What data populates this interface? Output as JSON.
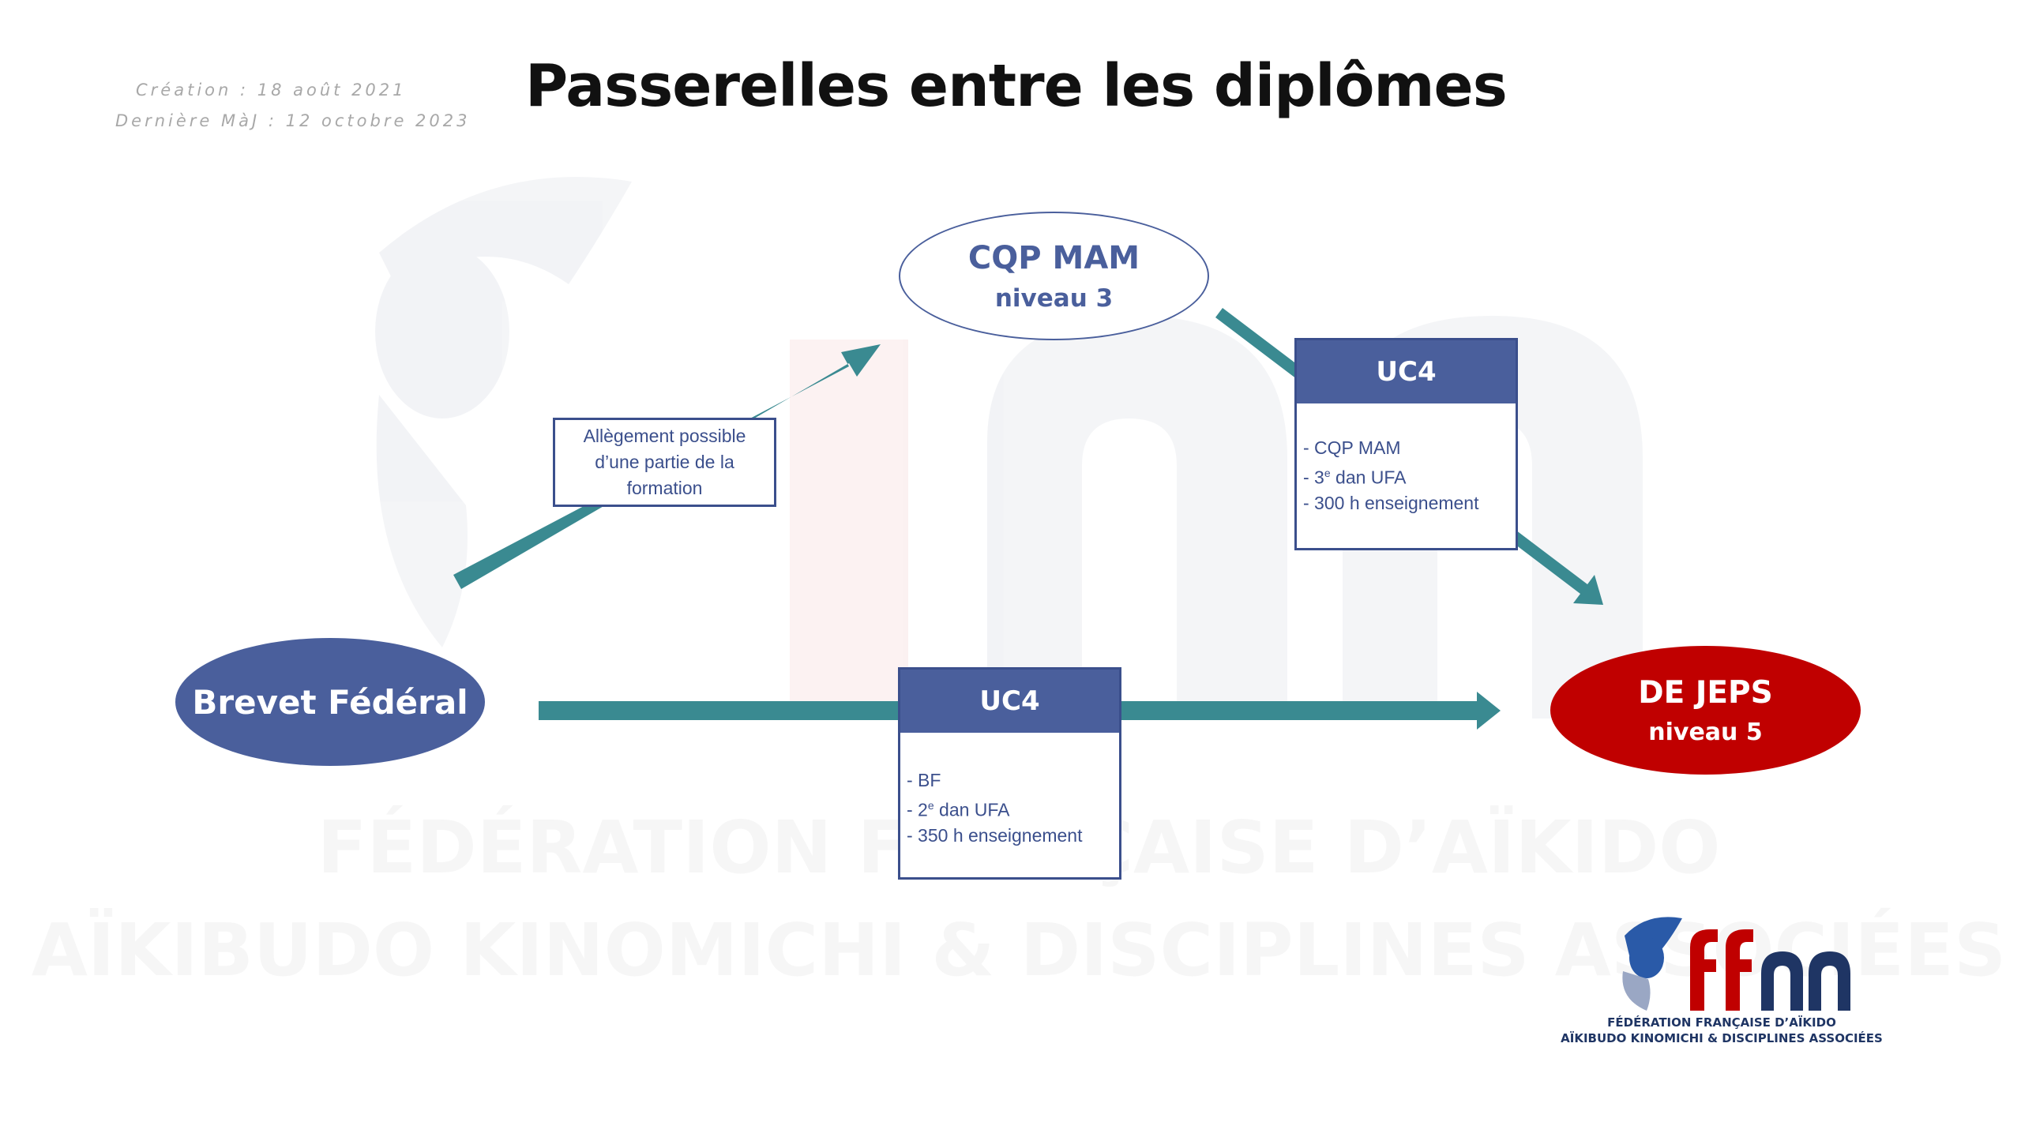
{
  "meta": {
    "created": "Création : 18 août 2021",
    "updated": "Dernière MàJ : 12 octobre 2023"
  },
  "title": "Passerelles entre les diplômes",
  "nodes": {
    "brevet_federal": {
      "label": "Brevet Fédéral"
    },
    "cqp_mam": {
      "label": "CQP MAM",
      "level": "niveau 3"
    },
    "de_jeps": {
      "label": "DE JEPS",
      "level": "niveau 5"
    }
  },
  "note": {
    "text": "Allègement possible d’une partie de la formation"
  },
  "uc_top": {
    "title": "UC4",
    "items": [
      {
        "prefix": "- CQP MAM",
        "sup": "",
        "rest": ""
      },
      {
        "prefix": "- 3",
        "sup": "e",
        "rest": " dan UFA"
      },
      {
        "prefix": "- 300 h enseignement",
        "sup": "",
        "rest": ""
      }
    ]
  },
  "uc_bottom": {
    "title": "UC4",
    "items": [
      {
        "prefix": "- BF",
        "sup": "",
        "rest": ""
      },
      {
        "prefix": "- 2",
        "sup": "e",
        "rest": " dan UFA"
      },
      {
        "prefix": "- 350 h enseignement",
        "sup": "",
        "rest": ""
      }
    ]
  },
  "watermark": {
    "line1": "FÉDÉRATION FRANÇAISE D’AÏKIDO",
    "line2": "AÏKIBUDO KINOMICHI & DISCIPLINES ASSOCIÉES"
  },
  "logo": {
    "line1": "FÉDÉRATION FRANÇAISE D’AÏKIDO",
    "line2": "AÏKIBUDO KINOMICHI & DISCIPLINES ASSOCIÉES"
  },
  "colors": {
    "primary_blue": "#4a5f9c",
    "border_blue": "#3b4f8c",
    "arrow_teal": "#3a8a91",
    "de_jeps_red": "#c00000"
  }
}
